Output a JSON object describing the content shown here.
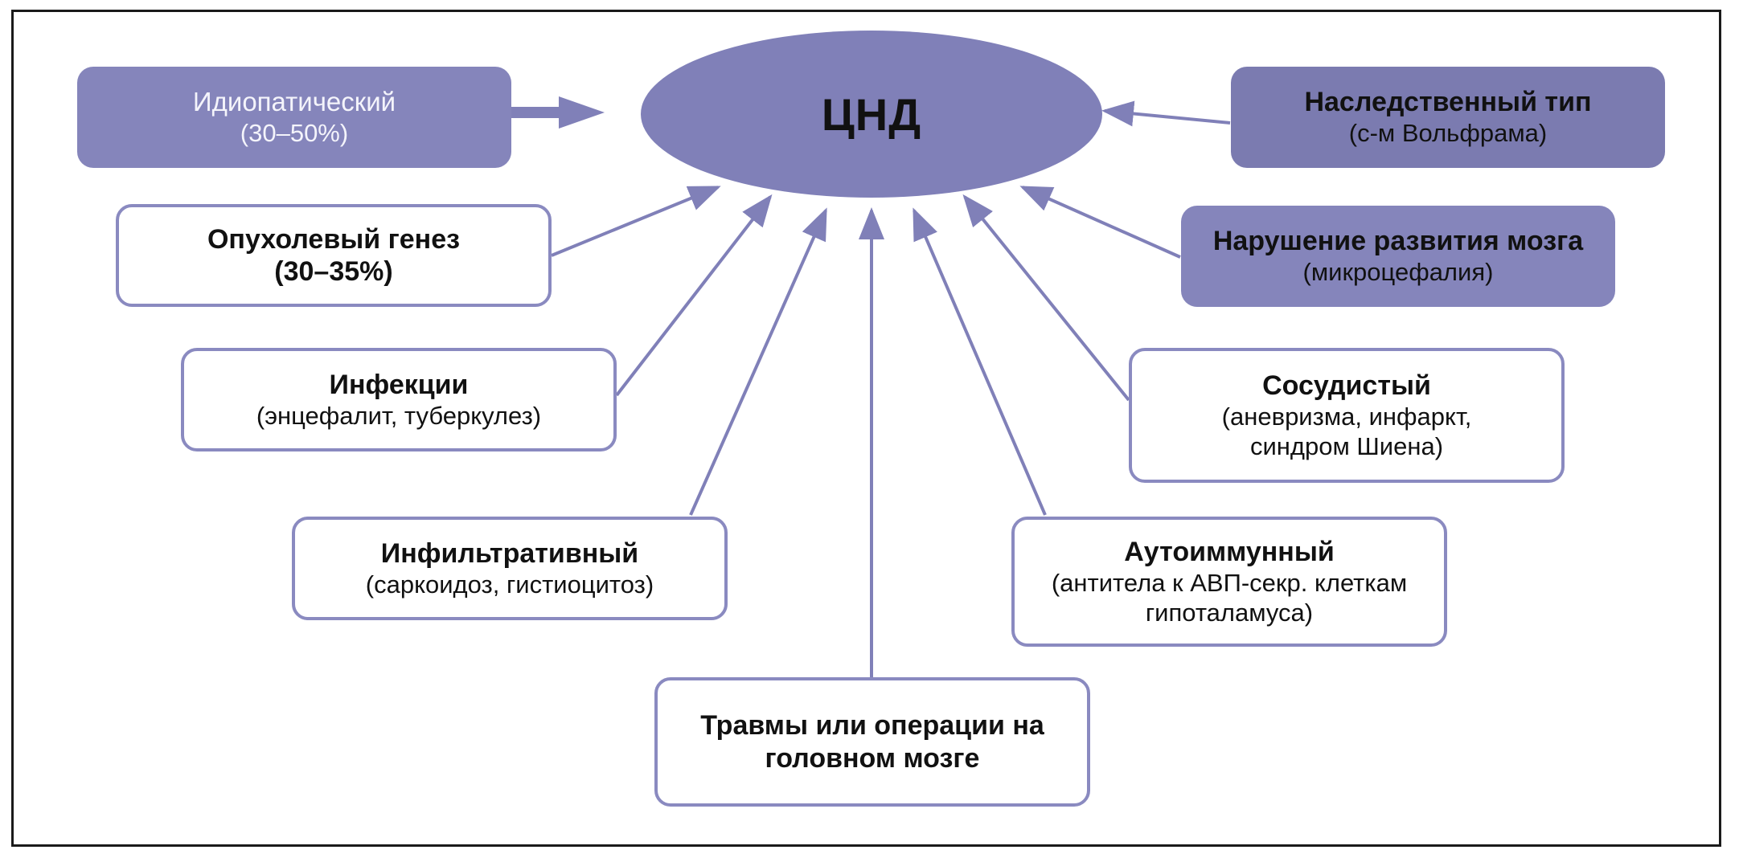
{
  "center": {
    "label": "ЦНД"
  },
  "causes": {
    "idiopathic": {
      "title": "Идиопатический",
      "subtitle": "(30–50%)"
    },
    "hereditary": {
      "title": "Наследственный тип",
      "subtitle": "(с-м Вольфрама)"
    },
    "tumor": {
      "title": "Опухолевый генез",
      "subtitle": "(30–35%)"
    },
    "brain_development": {
      "title": "Нарушение развития мозга",
      "subtitle": "(микроцефалия)"
    },
    "infections": {
      "title": "Инфекции",
      "subtitle": "(энцефалит, туберкулез)"
    },
    "vascular": {
      "title": "Сосудистый",
      "subtitle_line1": "(аневризма, инфаркт,",
      "subtitle_line2": "синдром Шиена)"
    },
    "infiltrative": {
      "title": "Инфильтративный",
      "subtitle": "(саркоидоз, гистиоцитоз)"
    },
    "autoimmune": {
      "title": "Аутоиммунный",
      "subtitle_line1": "(антитела к АВП-секр. клеткам",
      "subtitle_line2": "гипоталамуса)"
    },
    "trauma": {
      "title_line1": "Травмы или операции на",
      "title_line2": "головном мозге"
    }
  },
  "colors": {
    "node_fill": "#8080b8",
    "box_border": "#8a8ac0",
    "arrow": "#8080b8",
    "frame": "#1a1a1a"
  }
}
